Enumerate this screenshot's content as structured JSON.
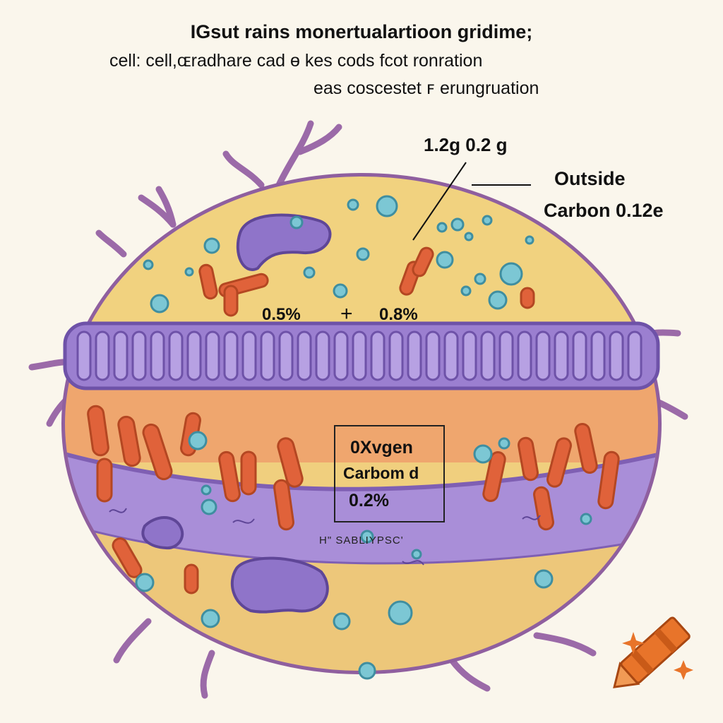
{
  "header": {
    "title": "IGsut rains monertualartioon gridime;",
    "subtitle_line1": "cell: cell,ɶradhare cad ɵ kes cods fcot ronration",
    "subtitle_line2": "eas coscestet ꜰ erungruation"
  },
  "callouts": {
    "top_values": "1.2g 0.2 g",
    "outside_line1": "Outside",
    "outside_line2": "Carbon 0.12e"
  },
  "percentages": {
    "left": "0.5%",
    "plus": "+",
    "right": "0.8%"
  },
  "label_box": {
    "line1": "0Xvgen",
    "line2": "Carbom d",
    "line3": "0.2%"
  },
  "band_label": "H\" SABLIYPSC'",
  "colors": {
    "background": "#faf6ec",
    "membrane": "#8f5f9f",
    "outer_cytoplasm": "#f0cf7e",
    "inner_cytoplasm": "#efa66e",
    "folded_band": "#9b7fd0",
    "lower_band": "#a98ed8",
    "organelle_red": "#e0623a",
    "vesicle_blue": "#7cc7d4",
    "crayon_orange": "#e8742a"
  },
  "icons": [
    "crayon-icon",
    "sparkle-icon"
  ]
}
